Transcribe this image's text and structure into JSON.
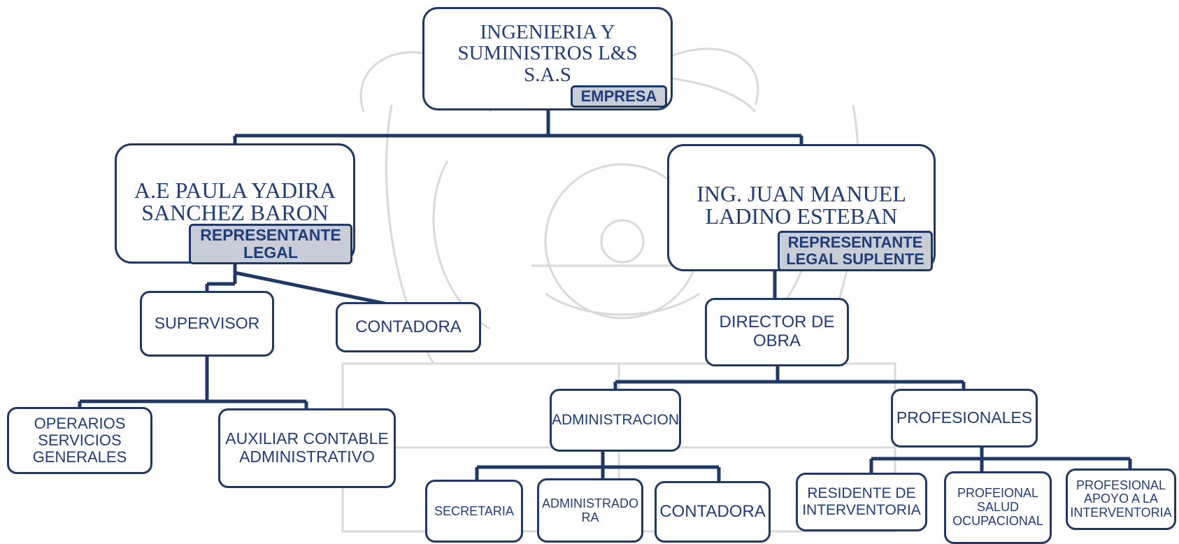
{
  "colors": {
    "node_border": "#1f3864",
    "text": "#1f3d7a",
    "tag_fill": "#c9cdd8",
    "connector": "#1f3864",
    "watermark": "#d9d9d9"
  },
  "company": {
    "name": "INGENIERIA Y\nSUMINISTROS L&S\nS.A.S",
    "tag": "EMPRESA"
  },
  "rep_legal": {
    "name": "A.E PAULA YADIRA\nSANCHEZ BARON",
    "tag": "REPRESENTANTE\nLEGAL"
  },
  "rep_suplente": {
    "name": "ING. JUAN MANUEL\nLADINO ESTEBAN",
    "tag": "REPRESENTANTE\nLEGAL SUPLENTE"
  },
  "supervisor": "SUPERVISOR",
  "contadora_left": "CONTADORA",
  "operarios": "OPERARIOS\nSERVICIOS\nGENERALES",
  "auxiliar": "AUXILIAR CONTABLE\nADMINISTRATIVO",
  "director": "DIRECTOR DE\nOBRA",
  "administracion": "ADMINISTRACION",
  "profesionales": "PROFESIONALES",
  "secretaria": "SECRETARIA",
  "administradora": "ADMINISTRADO\nRA",
  "contadora_right": "CONTADORA",
  "residente": "RESIDENTE DE\nINTERVENTORIA",
  "salud": "PROFEIONAL\nSALUD\nOCUPACIONAL",
  "apoyo": "PROFESIONAL\nAPOYO A LA\nINTERVENTORIA"
}
